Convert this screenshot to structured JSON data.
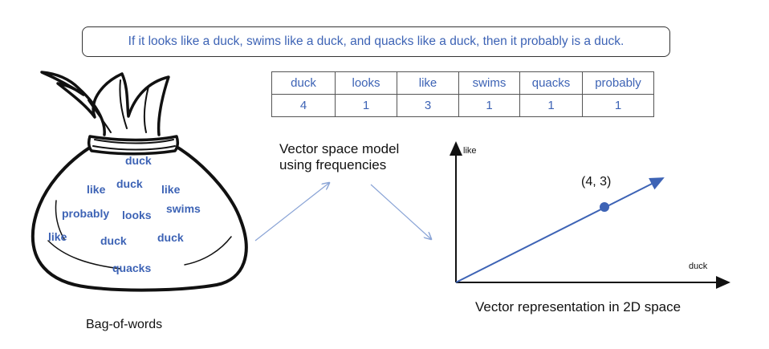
{
  "sentence": "If it looks like a duck, swims like a duck, and quacks like a duck, then it probably is a duck.",
  "table": {
    "words": [
      "duck",
      "looks",
      "like",
      "swims",
      "quacks",
      "probably"
    ],
    "counts": [
      "4",
      "1",
      "3",
      "1",
      "1",
      "1"
    ]
  },
  "bag": {
    "label": "Bag-of-words",
    "words": [
      "duck",
      "like",
      "duck",
      "like",
      "probably",
      "looks",
      "swims",
      "like",
      "duck",
      "duck",
      "quacks"
    ]
  },
  "vector_model_label": "Vector space model using frequencies",
  "vector_space": {
    "caption": "Vector representation in 2D space",
    "x_axis_label": "duck",
    "y_axis_label": "like",
    "point_label": "(4, 3)",
    "point": {
      "duck": 4,
      "like": 3
    }
  },
  "colors": {
    "accent": "#3d63b5",
    "arrow": "#8aa4d6",
    "bag": "#111111"
  }
}
